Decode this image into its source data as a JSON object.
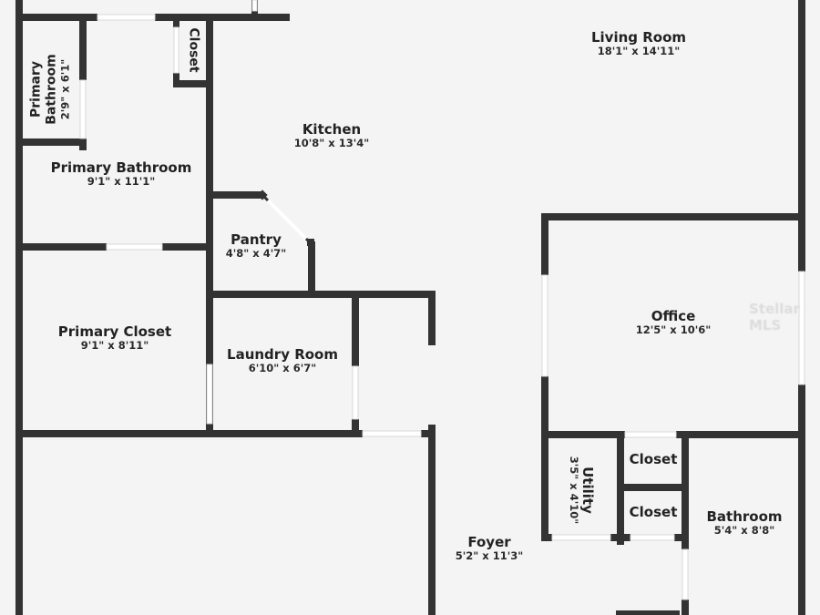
{
  "colors": {
    "background": "#f4f4f4",
    "wall": "#333333",
    "window": "#ffffff",
    "text": "#222222"
  },
  "rooms": [
    {
      "id": "living-room",
      "name": "Living Room",
      "dimensions": "18'1\" x 14'11\""
    },
    {
      "id": "kitchen",
      "name": "Kitchen",
      "dimensions": "10'8\" x 13'4\""
    },
    {
      "id": "primary-bathroom-wc",
      "name": "Primary Bathroom",
      "dimensions": "2'9\" x 6'1\""
    },
    {
      "id": "primary-bathroom",
      "name": "Primary Bathroom",
      "dimensions": "9'1\" x 11'1\""
    },
    {
      "id": "closet-top",
      "name": "Closet",
      "dimensions": ""
    },
    {
      "id": "pantry",
      "name": "Pantry",
      "dimensions": "4'8\" x 4'7\""
    },
    {
      "id": "primary-closet",
      "name": "Primary Closet",
      "dimensions": "9'1\" x 8'11\""
    },
    {
      "id": "laundry-room",
      "name": "Laundry Room",
      "dimensions": "6'10\" x 6'7\""
    },
    {
      "id": "office",
      "name": "Office",
      "dimensions": "12'5\" x 10'6\""
    },
    {
      "id": "utility",
      "name": "Utility",
      "dimensions": "3'5\" x 4'10\""
    },
    {
      "id": "closet-a",
      "name": "Closet",
      "dimensions": ""
    },
    {
      "id": "closet-b",
      "name": "Closet",
      "dimensions": ""
    },
    {
      "id": "bathroom",
      "name": "Bathroom",
      "dimensions": "5'4\" x 8'8\""
    },
    {
      "id": "foyer",
      "name": "Foyer",
      "dimensions": "5'2\" x 11'3\""
    }
  ],
  "watermark": "Stellar MLS"
}
